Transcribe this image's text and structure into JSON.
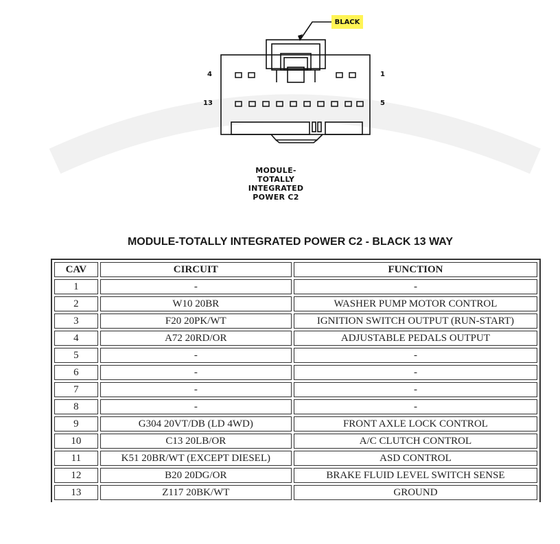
{
  "connector": {
    "color_tag": "BLACK",
    "pin_labels": {
      "top_left": "4",
      "top_right": "1",
      "bottom_left": "13",
      "bottom_right": "5"
    },
    "caption": [
      "MODULE-",
      "TOTALLY",
      "INTEGRATED",
      "POWER C2"
    ]
  },
  "table": {
    "title": "MODULE-TOTALLY INTEGRATED POWER C2 - BLACK 13 WAY",
    "headers": [
      "CAV",
      "CIRCUIT",
      "FUNCTION"
    ],
    "rows": [
      [
        "1",
        "-",
        "-"
      ],
      [
        "2",
        "W10 20BR",
        "WASHER PUMP MOTOR CONTROL"
      ],
      [
        "3",
        "F20 20PK/WT",
        "IGNITION SWITCH OUTPUT (RUN-START)"
      ],
      [
        "4",
        "A72 20RD/OR",
        "ADJUSTABLE PEDALS OUTPUT"
      ],
      [
        "5",
        "-",
        "-"
      ],
      [
        "6",
        "-",
        "-"
      ],
      [
        "7",
        "-",
        "-"
      ],
      [
        "8",
        "-",
        "-"
      ],
      [
        "9",
        "G304 20VT/DB (LD 4WD)",
        "FRONT AXLE LOCK CONTROL"
      ],
      [
        "10",
        "C13 20LB/OR",
        "A/C CLUTCH CONTROL"
      ],
      [
        "11",
        "K51 20BR/WT (EXCEPT DIESEL)",
        "ASD CONTROL"
      ],
      [
        "12",
        "B20 20DG/OR",
        "BRAKE FLUID LEVEL SWITCH SENSE"
      ],
      [
        "13",
        "Z117 20BK/WT",
        "GROUND"
      ]
    ]
  }
}
